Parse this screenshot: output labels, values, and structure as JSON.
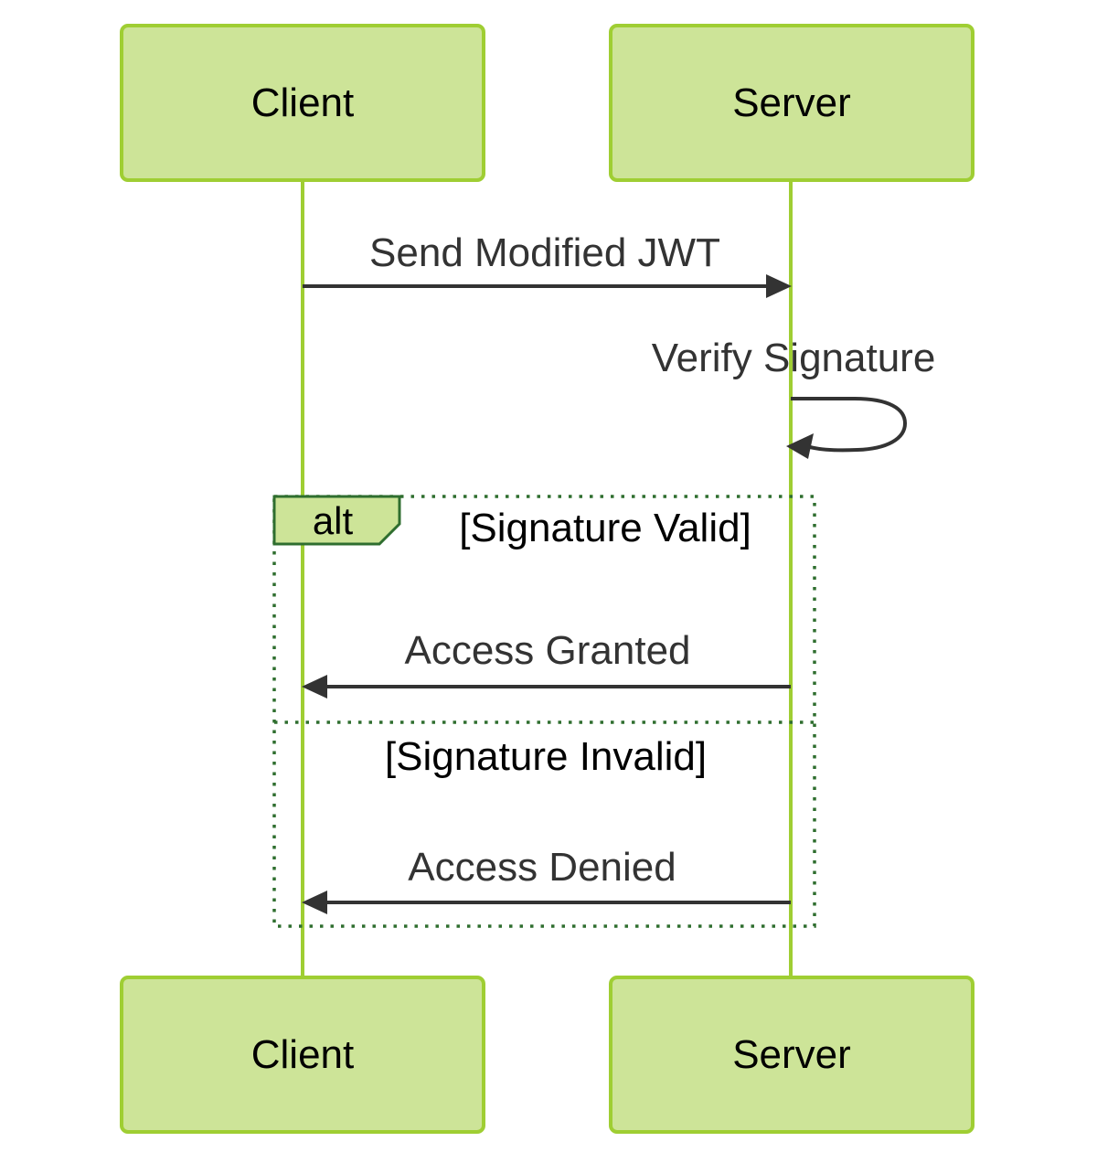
{
  "diagram_type": "sequence-diagram",
  "actors": {
    "client": {
      "label": "Client"
    },
    "server": {
      "label": "Server"
    }
  },
  "messages": {
    "send_jwt": {
      "label": "Send Modified JWT",
      "from": "Client",
      "to": "Server",
      "style": "solid-arrow-right"
    },
    "verify": {
      "label": "Verify Signature",
      "from": "Server",
      "to": "Server",
      "style": "self-loop"
    },
    "granted": {
      "label": "Access Granted",
      "from": "Server",
      "to": "Client",
      "style": "solid-arrow-left"
    },
    "denied": {
      "label": "Access Denied",
      "from": "Server",
      "to": "Client",
      "style": "solid-arrow-left"
    }
  },
  "alt_block": {
    "label": "alt",
    "condition_valid": "[Signature Valid]",
    "condition_invalid": "[Signature Invalid]"
  },
  "colors": {
    "background": "#ffffff",
    "actor_fill": "#cde498",
    "actor_border": "#9fce33",
    "lifeline": "#9fce33",
    "frame_border": "#2f6e2f",
    "alt_label_fill": "#cde498",
    "arrow": "#333333",
    "actor_text": "#000000",
    "message_text": "#333333"
  }
}
